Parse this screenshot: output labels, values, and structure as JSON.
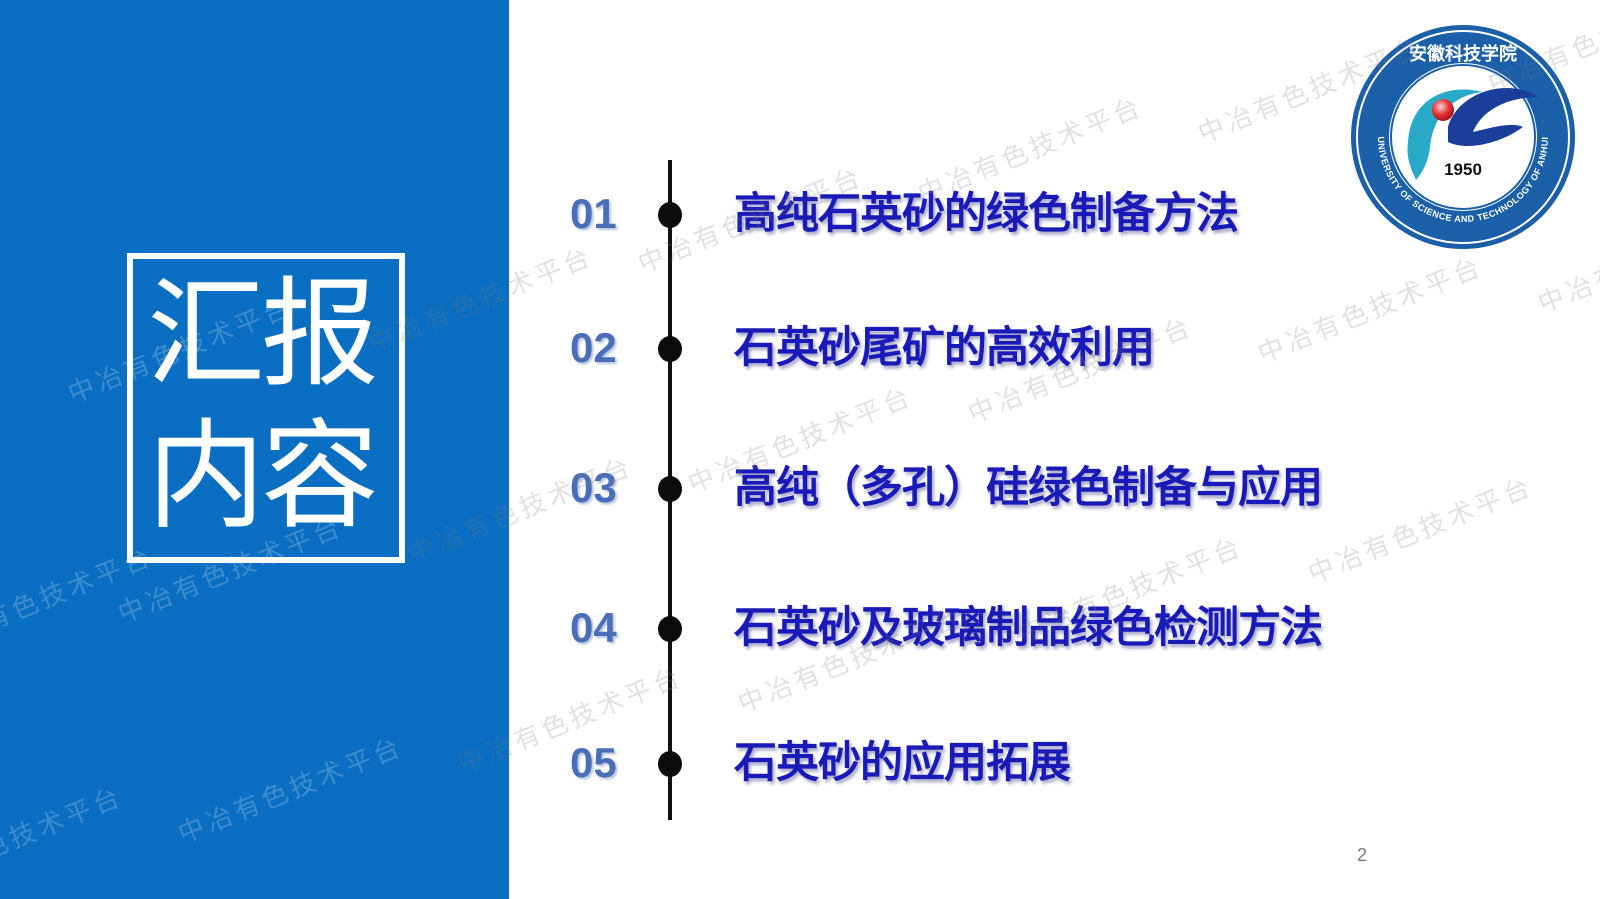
{
  "slide": {
    "title_line1": "汇报",
    "title_line2": "内容",
    "page_number": "2",
    "accent_color": "#0a6fc2",
    "item_color": "#1a1ab8",
    "number_color": "#4a6fb8"
  },
  "agenda": [
    {
      "number": "01",
      "label": "高纯石英砂的绿色制备方法"
    },
    {
      "number": "02",
      "label": "石英砂尾矿的高效利用"
    },
    {
      "number": "03",
      "label": "高纯（多孔）硅绿色制备与应用"
    },
    {
      "number": "04",
      "label": "石英砂及玻璃制品绿色检测方法"
    },
    {
      "number": "05",
      "label": "石英砂的应用拓展"
    }
  ],
  "logo": {
    "year": "1950",
    "english_name": "UNIVERSITY OF SCIENCE AND TECHNOLOGY OF ANHUI",
    "chinese_name": "安徽科技学院"
  },
  "watermark": {
    "text": "中冶有色技术平台"
  }
}
